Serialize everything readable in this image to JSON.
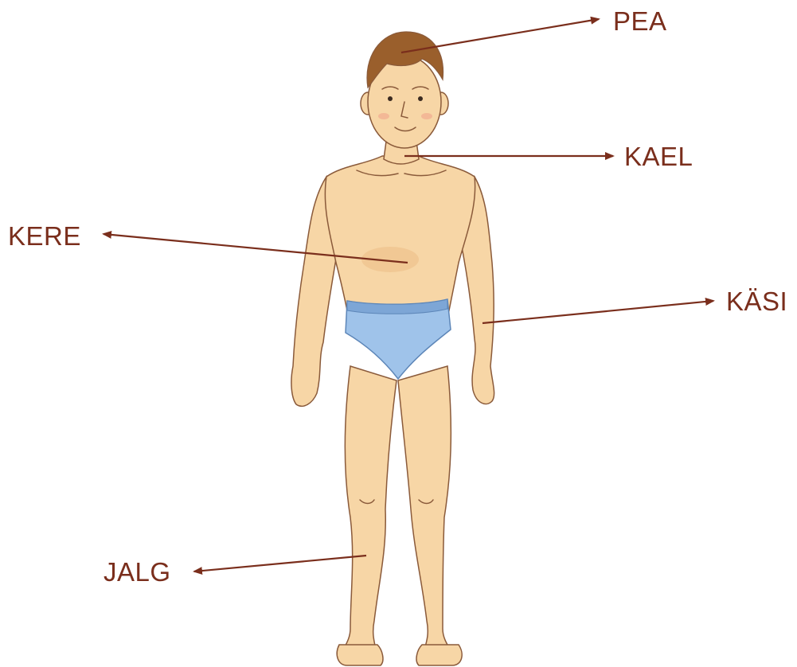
{
  "colors": {
    "label": "#7a2e1c",
    "arrow": "#7a2e1c",
    "skin": "#f7d6a6",
    "skin_shade": "#e9b77e",
    "outline": "#8a5a3a",
    "hair": "#9a5f2c",
    "briefs": "#9fc3ea",
    "briefs_shade": "#7da6d6"
  },
  "labels": {
    "head": "PEA",
    "neck": "KAEL",
    "body": "KERE",
    "arm": "KÄSI",
    "leg": "JALG"
  }
}
